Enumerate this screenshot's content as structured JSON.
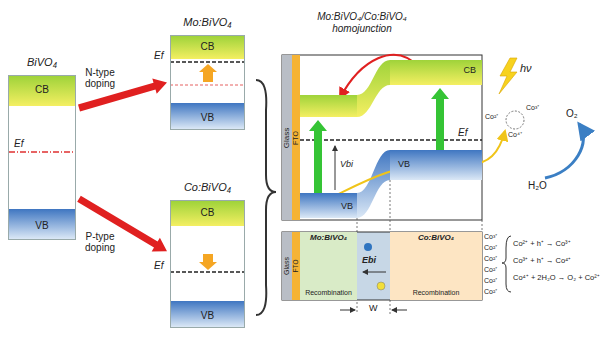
{
  "diagram": {
    "nodes": [
      {
        "text": [
          "BiVO₄",
          "CB",
          "VB"
        ]
      },
      {
        "text": [
          "Mo:BiVO₄",
          "CB",
          "VB"
        ]
      },
      {
        "text": [
          "Co:BiVO₄",
          "CB",
          "VB"
        ]
      },
      {
        "text": [
          "Mo:BiVO₄/Co:BiVO₄ homojunction"
        ]
      },
      {
        "text": [
          "Glass"
        ],
        "in": 3
      },
      {
        "text": [
          "FTO"
        ],
        "in": 3
      },
      {
        "text": [
          "VB"
        ],
        "in": 3
      },
      {
        "text": [
          "CB",
          "VB"
        ],
        "in": 3
      },
      {
        "text": [
          "Glass"
        ]
      },
      {
        "text": [
          "FTO"
        ]
      },
      {
        "text": [
          "Mo:BiVO₄",
          "Recombination"
        ]
      },
      {
        "text": [
          "Co:BiVO₄",
          "Recombination"
        ]
      }
    ],
    "edges": [
      {
        "from": 0,
        "to": 1,
        "label": "N-type doping",
        "arrow": "to"
      },
      {
        "from": 0,
        "to": 2,
        "label": "P-type doping",
        "arrow": "to"
      }
    ],
    "labels": [
      "Ef",
      "Ef",
      "Ef",
      "Ef",
      "Vbi",
      "hν",
      "Co²⁺",
      "Co³⁺",
      "Co⁴⁺",
      "O₂",
      "H₂O",
      "Ebi",
      "W",
      "Co³⁺",
      "Co²⁺",
      "Co²⁺",
      "Co²⁺",
      "Co²⁺",
      "Co²⁺",
      "Co²⁺ + h⁺ → Co³⁺",
      "Co³⁺ + h⁺ → Co⁴⁺",
      "Co⁴⁺ + 2H₂O → O₂ + Co²⁺"
    ]
  }
}
